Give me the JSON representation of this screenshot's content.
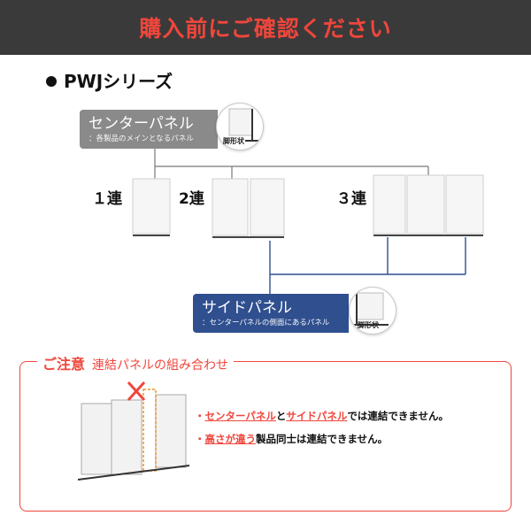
{
  "header": {
    "title": "購入前にご確認ください"
  },
  "series": {
    "title": "PWJシリーズ"
  },
  "center_panel": {
    "title": "センターパネル",
    "sub": "：各製品のメインとなるパネル",
    "leg_label": "脚形状"
  },
  "side_panel": {
    "title": "サイドパネル",
    "sub": "：センターパネルの側面にあるパネル",
    "leg_label": "脚形状"
  },
  "counts": {
    "one": "１連",
    "two": "2連",
    "three": "３連"
  },
  "notice": {
    "title": "ご注意",
    "subtitle": "連結パネルの組み合わせ",
    "bullet_mark": "・",
    "line1": {
      "a": "センターパネル",
      "b": "と",
      "c": "サイドパネル",
      "d": "では連結できません。"
    },
    "line2": {
      "a": "高さが違う",
      "b": "製品同士は連結できません。"
    }
  },
  "colors": {
    "banner_bg": "#3a3a3a",
    "accent_red": "#f0463c",
    "center_gray": "#8a8a8a",
    "side_blue": "#2f4f8f"
  }
}
